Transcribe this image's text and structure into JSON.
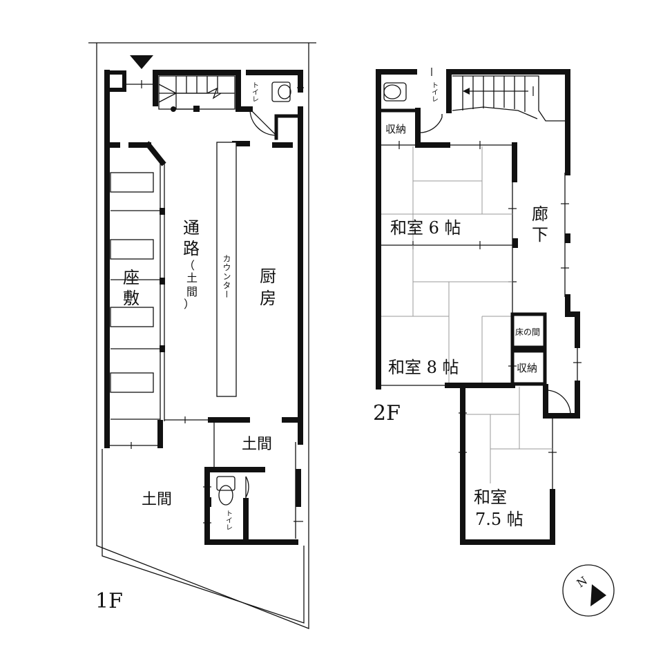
{
  "floor1": {
    "label": "1F",
    "rooms": {
      "zashiki": [
        "座",
        "敷"
      ],
      "tsuro": [
        "通",
        "路"
      ],
      "doma_paren": [
        "（",
        "土",
        "間",
        "）"
      ],
      "counter": "カウンター",
      "kitchen": [
        "厨",
        "房"
      ],
      "doma_small": "土間",
      "doma_large": "土間",
      "toilet_top": "トイレ",
      "toilet_bottom": "トイレ"
    }
  },
  "floor2": {
    "label": "2F",
    "rooms": {
      "toilet": "トイレ",
      "storage_top": "収納",
      "washitsu6": "和室 6 帖",
      "corridor": [
        "廊",
        "下"
      ],
      "washitsu8": "和室 8 帖",
      "tokonoma": "床の間",
      "storage_bottom": "収納",
      "washitsu75_line1": "和室",
      "washitsu75_line2": "7.5 帖"
    }
  },
  "compass": {
    "letter": "N"
  }
}
